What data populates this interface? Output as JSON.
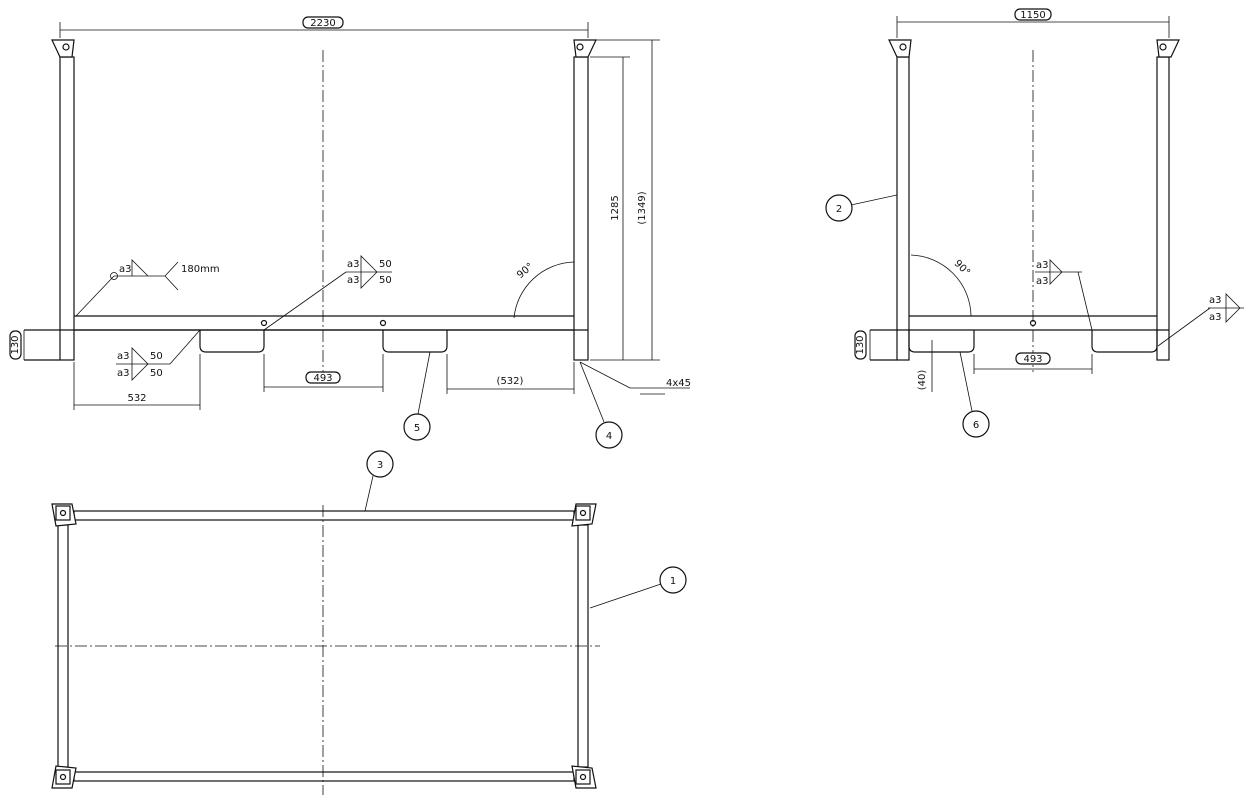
{
  "dimensions": {
    "front_overall_width": "2230",
    "front_height": "1285",
    "front_height_ref": "(1349)",
    "front_beam_height": "130",
    "front_left_offset": "532",
    "front_pocket_spacing": "493",
    "front_right_offset": "(532)",
    "front_angle": "90°",
    "chamfer": "4x45",
    "side_overall_width": "1150",
    "side_beam_height": "130",
    "side_pocket_depth": "(40)",
    "side_pocket_spacing": "493",
    "side_angle": "90°"
  },
  "welds": {
    "front_fillet_size": "a3",
    "front_fillet_length": "180mm",
    "front_mid_upper_size": "a3",
    "front_mid_upper_length": "50",
    "front_mid_lower_size": "a3",
    "front_mid_lower_length": "50",
    "front_left_upper_size": "a3",
    "front_left_upper_length": "50",
    "front_left_lower_size": "a3",
    "front_left_lower_length": "50",
    "side_mid_upper_size": "a3",
    "side_mid_lower_size": "a3",
    "side_right_upper_size": "a3",
    "side_right_lower_size": "a3"
  },
  "balloons": {
    "b1": "1",
    "b2": "2",
    "b3": "3",
    "b4": "4",
    "b5": "5",
    "b6": "6"
  }
}
